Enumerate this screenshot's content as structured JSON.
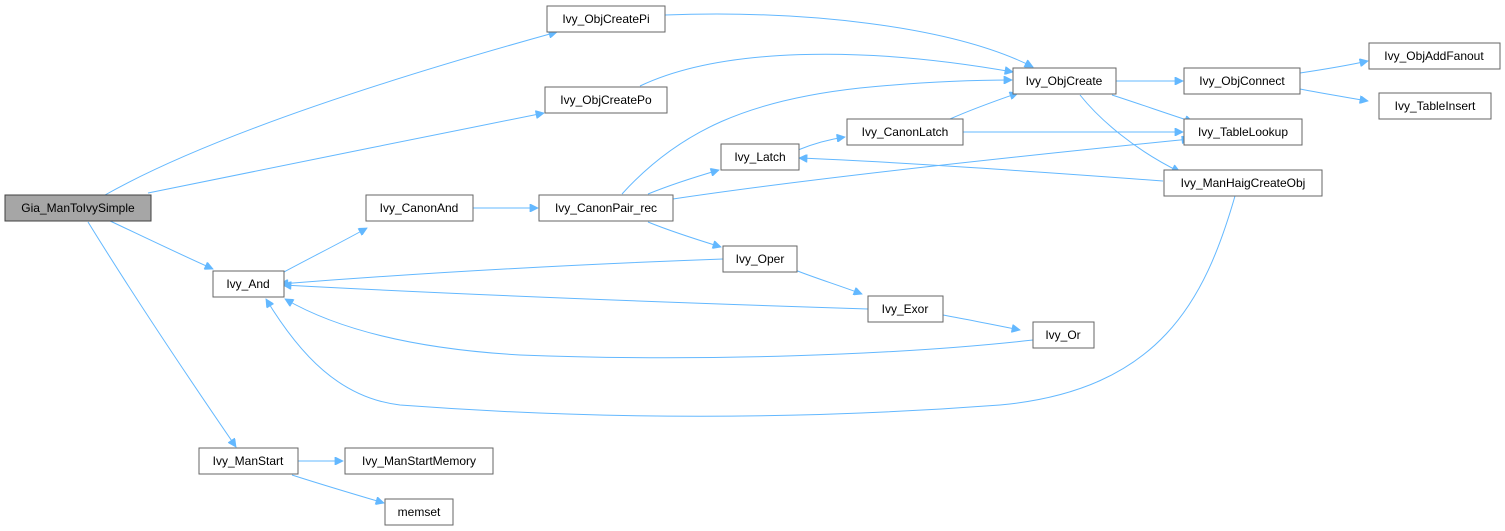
{
  "graph": {
    "edge_color": "#63b8ff",
    "root_fill": "#a6a6a6",
    "node_fill": "#ffffff",
    "nodes": [
      {
        "id": "gia_mantoivysimple",
        "label": "Gia_ManToIvySimple",
        "root": true
      },
      {
        "id": "ivy_objcreatepi",
        "label": "Ivy_ObjCreatePi"
      },
      {
        "id": "ivy_objcreatepo",
        "label": "Ivy_ObjCreatePo"
      },
      {
        "id": "ivy_objcreate",
        "label": "Ivy_ObjCreate"
      },
      {
        "id": "ivy_objconnect",
        "label": "Ivy_ObjConnect"
      },
      {
        "id": "ivy_objaddfanout",
        "label": "Ivy_ObjAddFanout"
      },
      {
        "id": "ivy_tableinsert",
        "label": "Ivy_TableInsert"
      },
      {
        "id": "ivy_tablelookup",
        "label": "Ivy_TableLookup"
      },
      {
        "id": "ivy_canonlatch",
        "label": "Ivy_CanonLatch"
      },
      {
        "id": "ivy_latch",
        "label": "Ivy_Latch"
      },
      {
        "id": "ivy_manhaigcreateobj",
        "label": "Ivy_ManHaigCreateObj"
      },
      {
        "id": "ivy_canonand",
        "label": "Ivy_CanonAnd"
      },
      {
        "id": "ivy_canonpair_rec",
        "label": "Ivy_CanonPair_rec"
      },
      {
        "id": "ivy_and",
        "label": "Ivy_And"
      },
      {
        "id": "ivy_oper",
        "label": "Ivy_Oper"
      },
      {
        "id": "ivy_exor",
        "label": "Ivy_Exor"
      },
      {
        "id": "ivy_or",
        "label": "Ivy_Or"
      },
      {
        "id": "ivy_manstart",
        "label": "Ivy_ManStart"
      },
      {
        "id": "ivy_manstartmemory",
        "label": "Ivy_ManStartMemory"
      },
      {
        "id": "memset",
        "label": "memset"
      }
    ],
    "edges": [
      {
        "from": "gia_mantoivysimple",
        "to": "ivy_objcreatepi"
      },
      {
        "from": "gia_mantoivysimple",
        "to": "ivy_objcreatepo"
      },
      {
        "from": "gia_mantoivysimple",
        "to": "ivy_and"
      },
      {
        "from": "gia_mantoivysimple",
        "to": "ivy_manstart"
      },
      {
        "from": "ivy_objcreatepi",
        "to": "ivy_objcreate"
      },
      {
        "from": "ivy_objcreatepo",
        "to": "ivy_objcreate"
      },
      {
        "from": "ivy_objcreate",
        "to": "ivy_objconnect"
      },
      {
        "from": "ivy_objcreate",
        "to": "ivy_tablelookup"
      },
      {
        "from": "ivy_objcreate",
        "to": "ivy_manhaigcreateobj"
      },
      {
        "from": "ivy_objconnect",
        "to": "ivy_objaddfanout"
      },
      {
        "from": "ivy_objconnect",
        "to": "ivy_tableinsert"
      },
      {
        "from": "ivy_canonlatch",
        "to": "ivy_objcreate"
      },
      {
        "from": "ivy_canonlatch",
        "to": "ivy_tablelookup"
      },
      {
        "from": "ivy_latch",
        "to": "ivy_canonlatch"
      },
      {
        "from": "ivy_manhaigcreateobj",
        "to": "ivy_latch"
      },
      {
        "from": "ivy_manhaigcreateobj",
        "to": "ivy_and"
      },
      {
        "from": "ivy_and",
        "to": "ivy_canonand"
      },
      {
        "from": "ivy_canonand",
        "to": "ivy_canonpair_rec"
      },
      {
        "from": "ivy_canonpair_rec",
        "to": "ivy_objcreate"
      },
      {
        "from": "ivy_canonpair_rec",
        "to": "ivy_latch"
      },
      {
        "from": "ivy_canonpair_rec",
        "to": "ivy_tablelookup"
      },
      {
        "from": "ivy_canonpair_rec",
        "to": "ivy_oper"
      },
      {
        "from": "ivy_oper",
        "to": "ivy_and"
      },
      {
        "from": "ivy_oper",
        "to": "ivy_exor"
      },
      {
        "from": "ivy_exor",
        "to": "ivy_and"
      },
      {
        "from": "ivy_exor",
        "to": "ivy_or"
      },
      {
        "from": "ivy_or",
        "to": "ivy_and"
      },
      {
        "from": "ivy_manstart",
        "to": "ivy_manstartmemory"
      },
      {
        "from": "ivy_manstart",
        "to": "memset"
      }
    ]
  }
}
